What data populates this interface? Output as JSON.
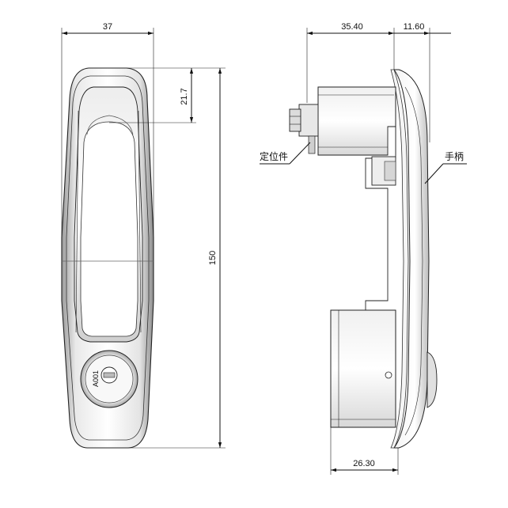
{
  "dimensions": {
    "front_width": "37",
    "front_height": "150",
    "handle_offset": "21.7",
    "side_body_depth": "35.40",
    "side_handle_depth": "11.60",
    "side_base_width": "26.30"
  },
  "callouts": {
    "locator": "定位件",
    "handle": "手柄"
  },
  "key_cylinder_text": "A001"
}
